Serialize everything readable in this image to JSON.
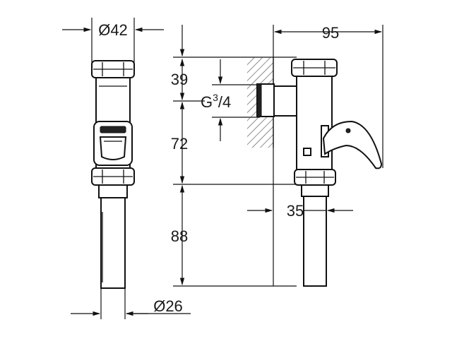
{
  "drawing": {
    "front_view": {
      "top_diameter": "Ø42",
      "bottom_diameter": "Ø26"
    },
    "side_view": {
      "width": "95",
      "height_top": "39",
      "height_middle": "72",
      "height_bottom": "88",
      "offset": "35",
      "thread": {
        "prefix": "G",
        "numerator": "3",
        "slash": "/",
        "denominator": "4"
      }
    }
  }
}
